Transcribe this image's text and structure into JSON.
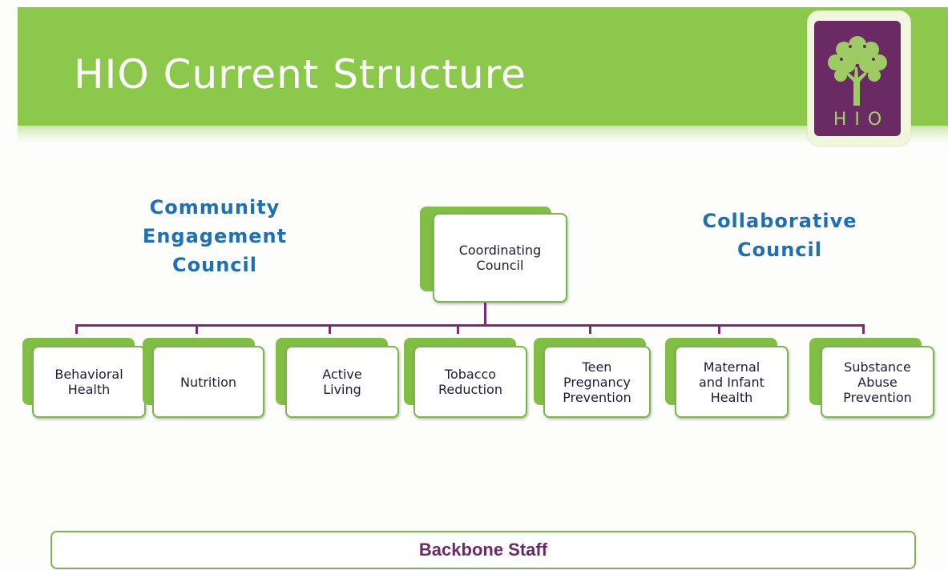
{
  "slide": {
    "title": "HIO Current Structure"
  },
  "logo": {
    "text": "HIO",
    "tree": "tree-of-hands-icon"
  },
  "councils": {
    "community_engagement": [
      "Community",
      "Engagement",
      "Council"
    ],
    "collaborative": [
      "Collaborative",
      "Council"
    ]
  },
  "coordinating": [
    "Coordinating",
    "Council"
  ],
  "workgroups": [
    [
      "Behavioral",
      "Health"
    ],
    [
      "Nutrition"
    ],
    [
      "Active",
      "Living"
    ],
    [
      "Tobacco",
      "Reduction"
    ],
    [
      "Teen",
      "Pregnancy",
      "Prevention"
    ],
    [
      "Maternal",
      "and Infant",
      "Health"
    ],
    [
      "Substance",
      "Abuse",
      "Prevention"
    ]
  ],
  "footer": {
    "label": "Backbone Staff"
  },
  "colors": {
    "header": "#8cc84b",
    "box_border": "#7ab648",
    "connector": "#7b2b72",
    "council_text": "#1f6fb4",
    "logo_bg": "#6a2a63"
  }
}
